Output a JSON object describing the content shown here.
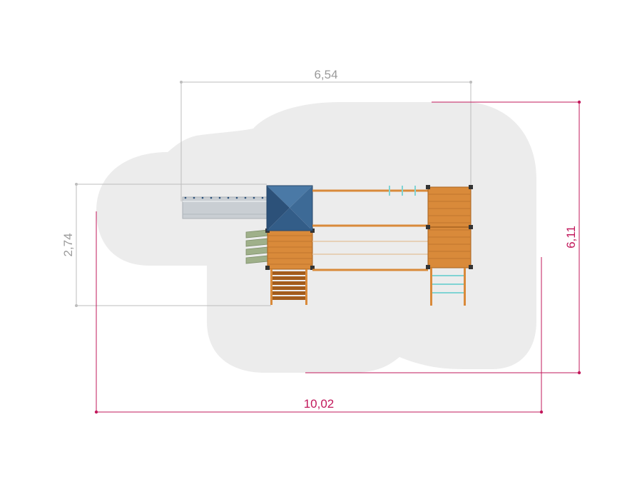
{
  "dimensions": {
    "top_width": "6,54",
    "left_height": "2,74",
    "right_height": "6,11",
    "bottom_width": "10,02"
  },
  "colors": {
    "safety_zone": "#ececec",
    "gray_dim": "#bdbdbd",
    "gray_text": "#9a9a9a",
    "magenta_dim": "#c2185b",
    "roof": "#3d6a96",
    "roof_dark": "#2c5179",
    "wood": "#d98a3a",
    "wood_dark": "#a8621f",
    "slide": "#c9ced3",
    "step_green": "#9fb08a",
    "bar_cyan": "#7fd3d3"
  },
  "icons": [
    "slide-icon",
    "roof-icon",
    "climbing-wall-icon",
    "ladder-icon"
  ]
}
